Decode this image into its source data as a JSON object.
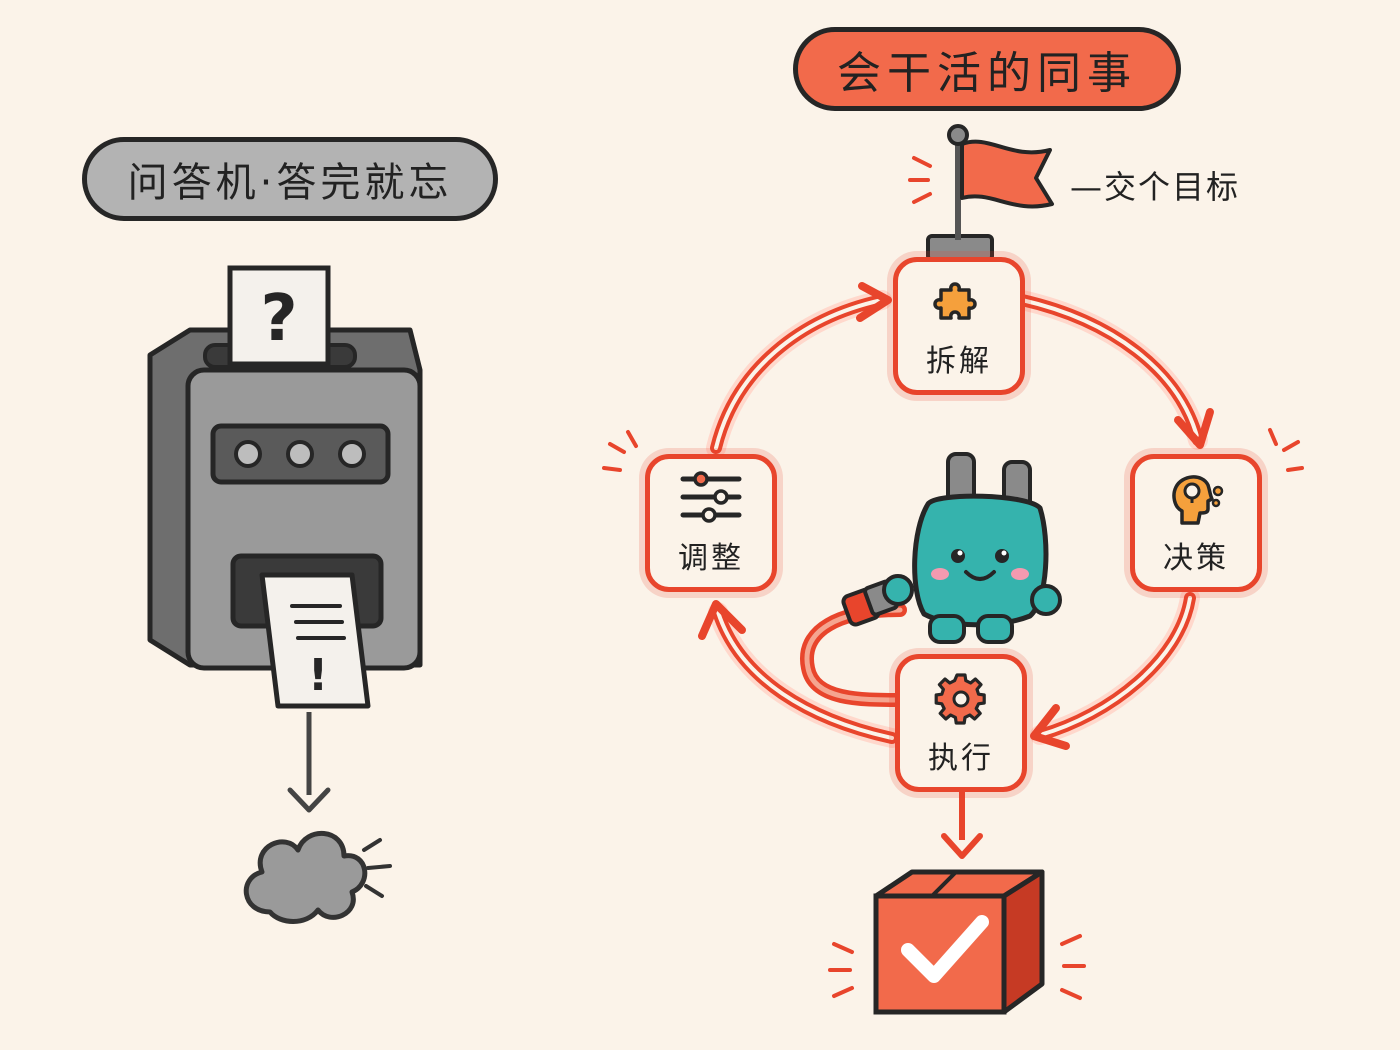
{
  "left": {
    "title": "问答机·答完就忘",
    "ticket_in": "?",
    "ticket_out": "!"
  },
  "right": {
    "title": "会干活的同事",
    "flag_label": "—交个目标",
    "steps": [
      {
        "label": "拆解",
        "icon": "puzzle-icon"
      },
      {
        "label": "决策",
        "icon": "head-idea-icon"
      },
      {
        "label": "执行",
        "icon": "gear-icon"
      },
      {
        "label": "调整",
        "icon": "sliders-icon"
      }
    ]
  },
  "colors": {
    "accent": "#e8452c",
    "pill_accent": "#f26a4b",
    "machine": "#9a9a9a",
    "mascot": "#35b3ad",
    "background": "#fbf3e9"
  }
}
